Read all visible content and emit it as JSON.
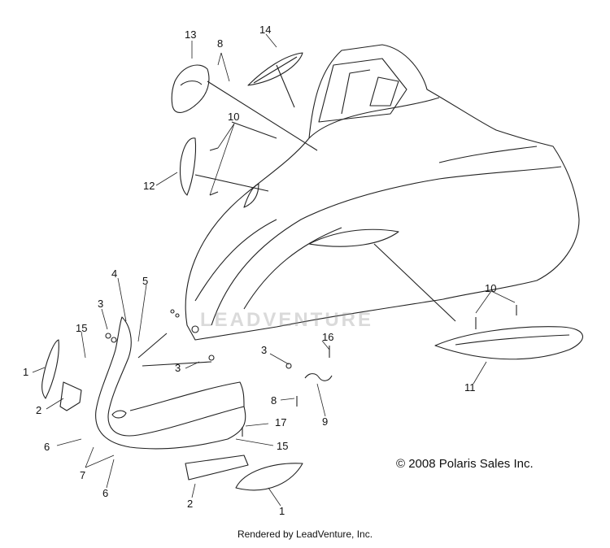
{
  "diagram": {
    "callouts": [
      "13",
      "8",
      "14",
      "10",
      "12",
      "4",
      "5",
      "3",
      "15",
      "1",
      "2",
      "3",
      "16",
      "10",
      "11",
      "3",
      "8",
      "9",
      "17",
      "15",
      "6",
      "7",
      "6",
      "2",
      "1"
    ],
    "watermark": "LEADVENTURE",
    "copyright": "© 2008 Polaris Sales Inc.",
    "rendered_by": "Rendered by LeadVenture, Inc."
  }
}
